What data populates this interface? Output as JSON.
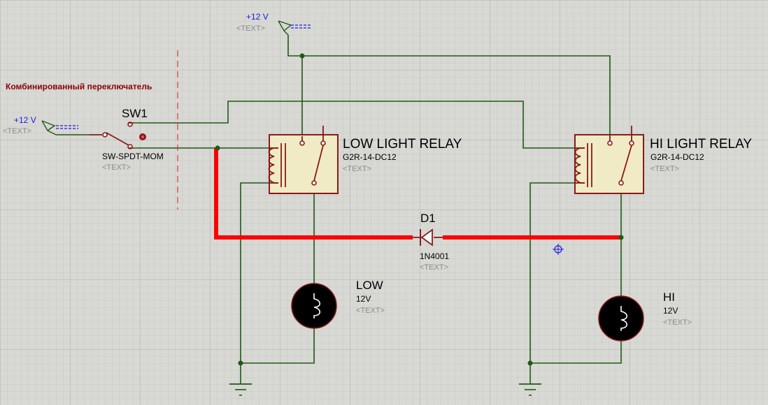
{
  "note": {
    "text": "Комбинированный переключатель"
  },
  "power_top": {
    "label": "+12 V",
    "text": "<TEXT>"
  },
  "power_left": {
    "label": "+12 V",
    "text": "<TEXT>"
  },
  "sw1": {
    "ref": "SW1",
    "value": "SW-SPDT-MOM",
    "text": "<TEXT>"
  },
  "low_relay": {
    "ref": "LOW LIGHT RELAY",
    "value": "G2R-14-DC12",
    "text": "<TEXT>"
  },
  "hi_relay": {
    "ref": "HI LIGHT RELAY",
    "value": "G2R-14-DC12",
    "text": "<TEXT>"
  },
  "d1": {
    "ref": "D1",
    "value": "1N4001",
    "text": "<TEXT>"
  },
  "low_lamp": {
    "ref": "LOW",
    "value": "12V",
    "text": "<TEXT>"
  },
  "hi_lamp": {
    "ref": "HI",
    "value": "12V",
    "text": "<TEXT>"
  },
  "colors": {
    "background": "#d8d8d4",
    "wire": "#1e5a14",
    "highlight_wire": "#ff0000",
    "component": "#8b1a1a",
    "power_label": "#1a1ae0",
    "placeholder": "#8a8a8a",
    "note": "#8b0000"
  }
}
